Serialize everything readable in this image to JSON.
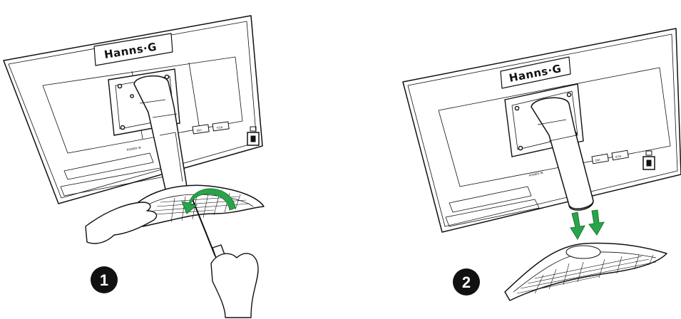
{
  "steps": [
    {
      "number": "1",
      "brand": "Hanns·G",
      "ports": [
        "DVI",
        "VGA"
      ],
      "power_label": "POWER IN"
    },
    {
      "number": "2",
      "brand": "Hanns·G",
      "ports": [
        "DVI",
        "VGA"
      ],
      "power_label": "POWER IN"
    }
  ],
  "colors": {
    "arrow": "#2aa44a",
    "outline": "#111111",
    "badge": "#111111"
  },
  "icons": [
    "curved-arrow-icon",
    "down-arrow-icon",
    "screwdriver-icon",
    "hand-icon",
    "lock-icon"
  ]
}
